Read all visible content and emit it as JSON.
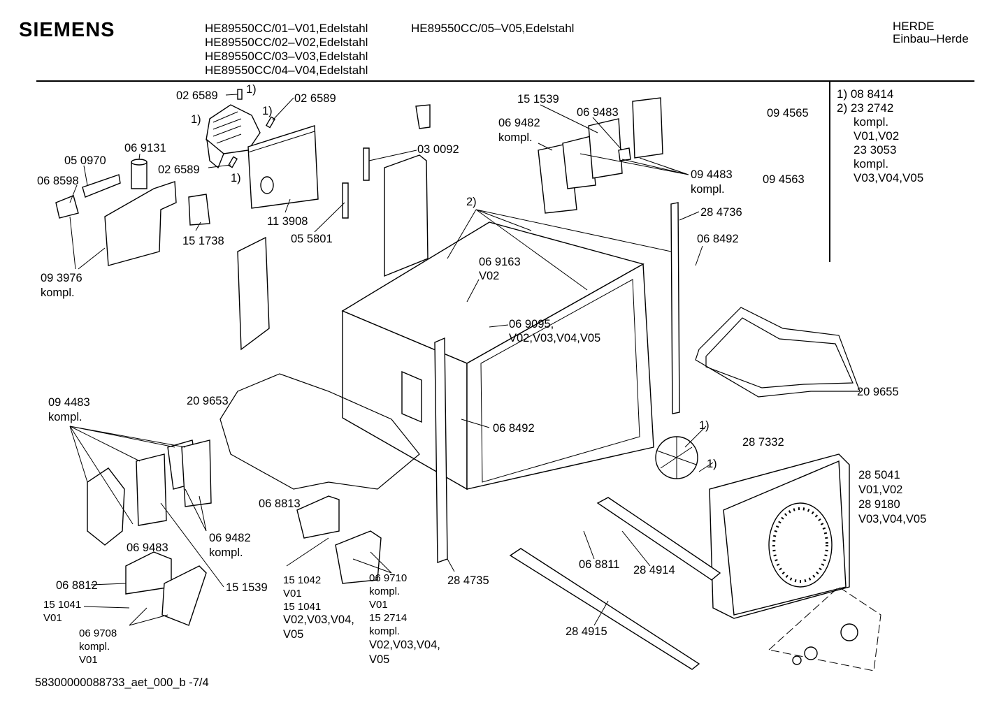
{
  "header": {
    "brand": "SIEMENS",
    "models_col1": [
      "HE89550CC/01–V01,Edelstahl",
      "HE89550CC/02–V02,Edelstahl",
      "HE89550CC/03–V03,Edelstahl",
      "HE89550CC/04–V04,Edelstahl"
    ],
    "models_col2": [
      "HE89550CC/05–V05,Edelstahl"
    ],
    "category": "HERDE",
    "subcategory": "Einbau–Herde"
  },
  "notes": [
    "1) 08 8414",
    "2) 23 2742",
    "kompl.",
    "V01,V02",
    "23 3053",
    "kompl.",
    "V03,V04,V05"
  ],
  "labels": [
    "02 6589",
    "1)",
    "02 6589",
    "1)",
    "1)",
    "06 9131",
    "05 0970",
    "02 6589",
    "1)",
    "06 8598",
    "03 0092",
    "11 3908",
    "15 1738",
    "05 5801",
    "09 3976",
    "kompl.",
    "15 1539",
    "06 9483",
    "06 9482",
    "kompl.",
    "09 4565",
    "09 4483",
    "kompl.",
    "09 4563",
    "2)",
    "28 4736",
    "06 8492",
    "06 9163",
    "V02",
    "06 9095,",
    "V02,V03,V04,V05",
    "20 9653",
    "20 9655",
    "06 8492",
    "1)",
    "1)",
    "28 7332",
    "28 5041",
    "V01,V02",
    "28 9180",
    "V03,V04,V05",
    "09 4483",
    "kompl.",
    "06 8813",
    "06 9482",
    "kompl.",
    "06 9483",
    "06 8812",
    "15 1539",
    "15 1041",
    "V01",
    "06 9708",
    "kompl.",
    "V01",
    "15 1042",
    "V01",
    "15 1041",
    "V02,V03,V04,",
    "V05",
    "06 9710",
    "kompl.",
    "V01",
    "15 2714",
    "kompl.",
    "V02,V03,V04,",
    "V05",
    "28 4735",
    "06 8811",
    "28 4914",
    "28 4915"
  ],
  "footer": "58300000088733_aet_000_b -7/4"
}
